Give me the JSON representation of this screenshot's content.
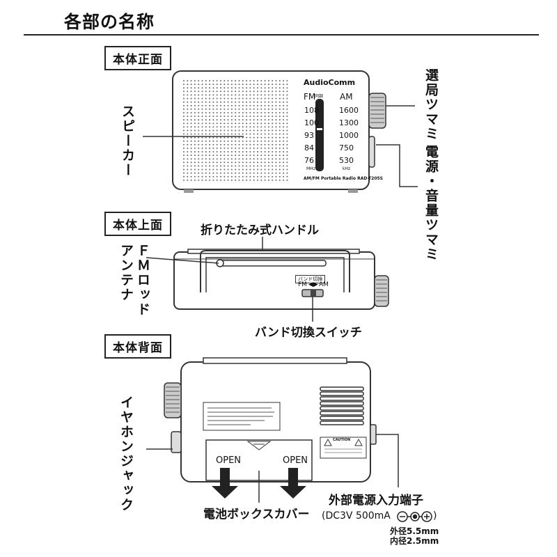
{
  "page_title": "各部の名称",
  "sections": {
    "front": "本体正面",
    "top": "本体上面",
    "back": "本体背面"
  },
  "front_panel": {
    "brand": "AudioComm",
    "fm_header": "FM",
    "am_header": "AM",
    "needle_label": "同調",
    "fm_scale": [
      "108",
      "100",
      "93",
      "84",
      "76"
    ],
    "am_scale": [
      "1600",
      "1300",
      "1000",
      "750",
      "530"
    ],
    "fm_unit": "MHz",
    "am_unit": "kHz",
    "model": "AM/FM Portable Radio RAD-T205S"
  },
  "callouts": {
    "speaker": "スピーカー",
    "tuning_knob": "選局ツマミ",
    "power_volume_knob": "電源・音量ツマミ",
    "handle": "折りたたみ式ハンドル",
    "fm_antenna_line1": "ＦＭロッド",
    "fm_antenna_line2": "アンテナ",
    "band_switch": "バンド切換スイッチ",
    "earphone_jack": "イヤホンジャック",
    "battery_cover": "電池ボックスカバー",
    "external_power": "外部電源入力端子",
    "dc_spec": "(DC3V  500mA",
    "dc_spec_close": ")",
    "outer_diameter": "外径5.5mm",
    "inner_diameter": "内径2.5mm"
  },
  "top_panel": {
    "switch_title": "バンド切換",
    "switch_fm": "FM",
    "switch_am": "AM"
  },
  "back_panel": {
    "open_left": "OPEN",
    "open_right": "OPEN",
    "caution": "CAUTION"
  }
}
